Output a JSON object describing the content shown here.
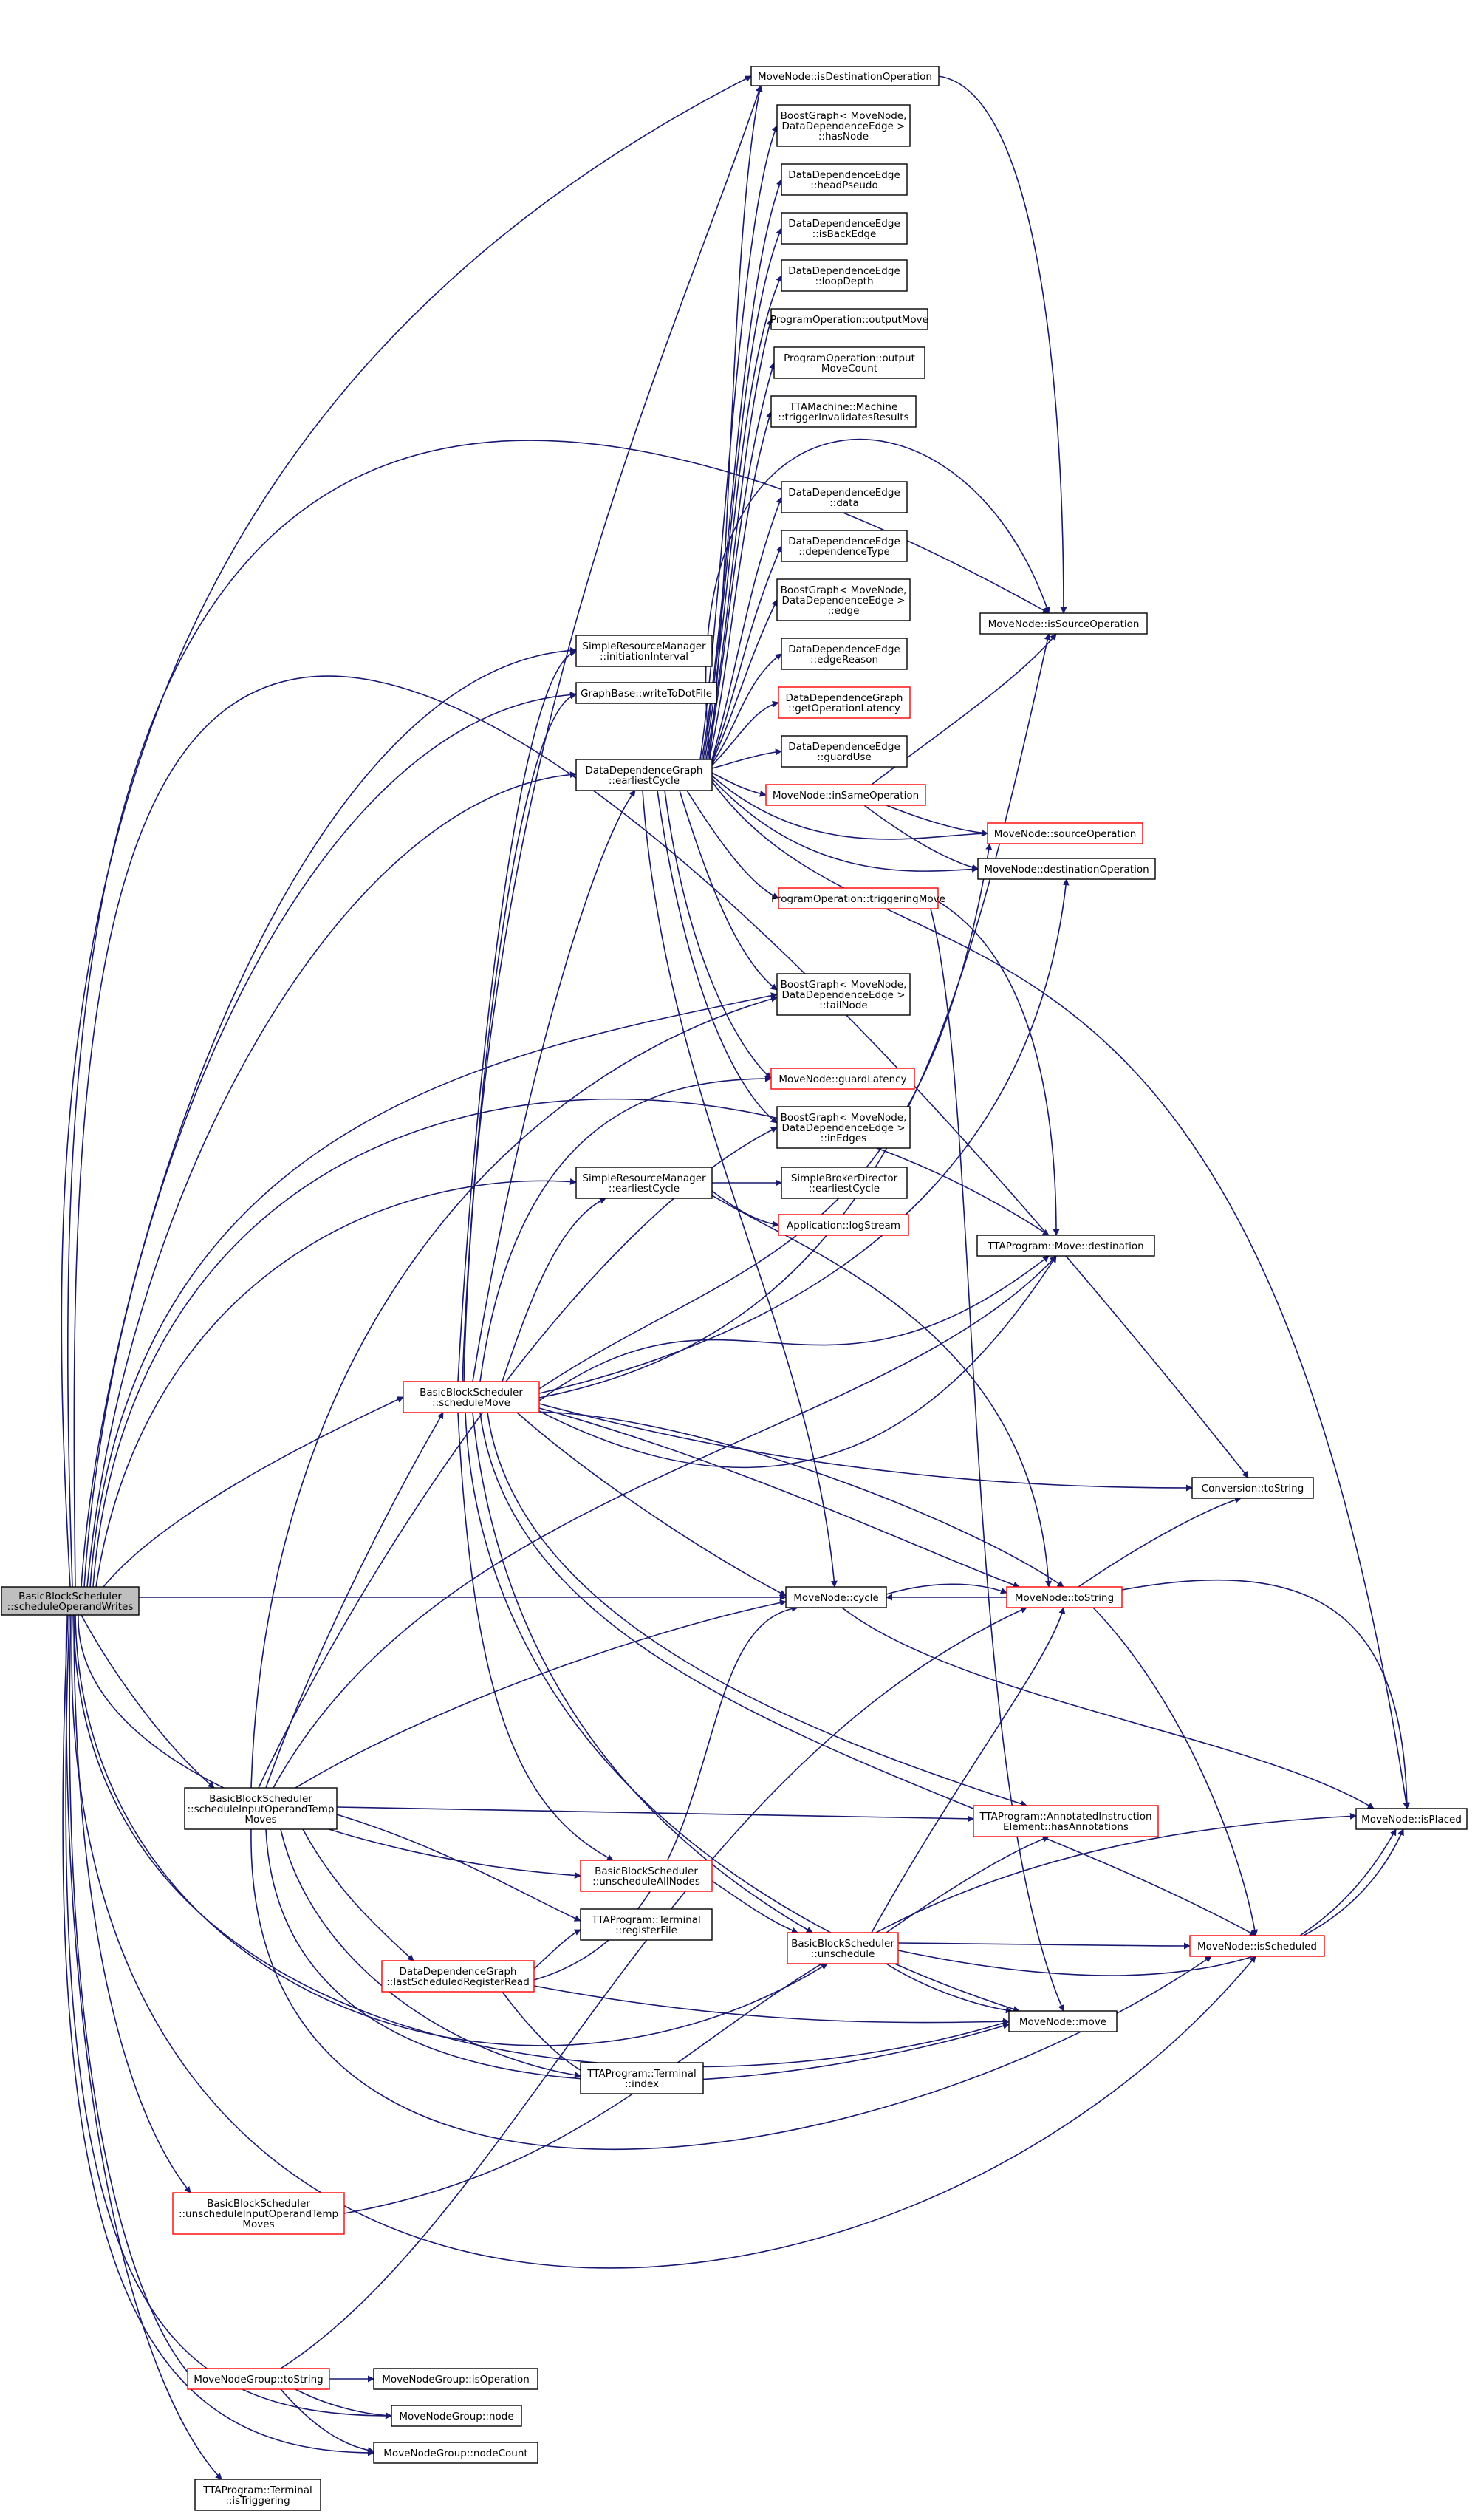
{
  "diagram": {
    "type": "call-graph",
    "colors": {
      "edge": "#191970",
      "normal_border": "#000000",
      "partial_border": "#ff0000",
      "root_fill": "#bfbfbf",
      "node_fill": "#ffffff",
      "text": "#000000"
    },
    "nodes": [
      {
        "id": "root",
        "lines": [
          "BasicBlockScheduler",
          "::scheduleOperandWrites"
        ],
        "style": "root"
      },
      {
        "id": "isDest",
        "lines": [
          "MoveNode::isDestinationOperation"
        ],
        "style": "normal"
      },
      {
        "id": "hasNode",
        "lines": [
          "BoostGraph< MoveNode,",
          "DataDependenceEdge >",
          "::hasNode"
        ],
        "style": "normal"
      },
      {
        "id": "headPseudo",
        "lines": [
          "DataDependenceEdge",
          "::headPseudo"
        ],
        "style": "normal"
      },
      {
        "id": "isBackEdge",
        "lines": [
          "DataDependenceEdge",
          "::isBackEdge"
        ],
        "style": "normal"
      },
      {
        "id": "loopDepth",
        "lines": [
          "DataDependenceEdge",
          "::loopDepth"
        ],
        "style": "normal"
      },
      {
        "id": "outputMove",
        "lines": [
          "ProgramOperation::outputMove"
        ],
        "style": "normal"
      },
      {
        "id": "outputMoveCount",
        "lines": [
          "ProgramOperation::output",
          "MoveCount"
        ],
        "style": "normal"
      },
      {
        "id": "triggerInv",
        "lines": [
          "TTAMachine::Machine",
          "::triggerInvalidatesResults"
        ],
        "style": "normal"
      },
      {
        "id": "ddeData",
        "lines": [
          "DataDependenceEdge",
          "::data"
        ],
        "style": "normal"
      },
      {
        "id": "depType",
        "lines": [
          "DataDependenceEdge",
          "::dependenceType"
        ],
        "style": "normal"
      },
      {
        "id": "bgEdge",
        "lines": [
          "BoostGraph< MoveNode,",
          "DataDependenceEdge >",
          "::edge"
        ],
        "style": "normal"
      },
      {
        "id": "edgeReason",
        "lines": [
          "DataDependenceEdge",
          "::edgeReason"
        ],
        "style": "normal"
      },
      {
        "id": "getOpLat",
        "lines": [
          "DataDependenceGraph",
          "::getOperationLatency"
        ],
        "style": "partial"
      },
      {
        "id": "guardUse",
        "lines": [
          "DataDependenceEdge",
          "::guardUse"
        ],
        "style": "normal"
      },
      {
        "id": "inSameOp",
        "lines": [
          "MoveNode::inSameOperation"
        ],
        "style": "partial"
      },
      {
        "id": "isSourceOp",
        "lines": [
          "MoveNode::isSourceOperation"
        ],
        "style": "normal"
      },
      {
        "id": "srmII",
        "lines": [
          "SimpleResourceManager",
          "::initiationInterval"
        ],
        "style": "normal"
      },
      {
        "id": "writeDot",
        "lines": [
          "GraphBase::writeToDotFile"
        ],
        "style": "normal"
      },
      {
        "id": "ddgEarliest",
        "lines": [
          "DataDependenceGraph",
          "::earliestCycle"
        ],
        "style": "normal"
      },
      {
        "id": "sourceOp",
        "lines": [
          "MoveNode::sourceOperation"
        ],
        "style": "partial"
      },
      {
        "id": "destOp",
        "lines": [
          "MoveNode::destinationOperation"
        ],
        "style": "normal"
      },
      {
        "id": "triggeringMove",
        "lines": [
          "ProgramOperation::triggeringMove"
        ],
        "style": "partial"
      },
      {
        "id": "tailNode",
        "lines": [
          "BoostGraph< MoveNode,",
          "DataDependenceEdge >",
          "::tailNode"
        ],
        "style": "normal"
      },
      {
        "id": "guardLatency",
        "lines": [
          "MoveNode::guardLatency"
        ],
        "style": "partial"
      },
      {
        "id": "inEdges",
        "lines": [
          "BoostGraph< MoveNode,",
          "DataDependenceEdge >",
          "::inEdges"
        ],
        "style": "normal"
      },
      {
        "id": "srmEarliest",
        "lines": [
          "SimpleResourceManager",
          "::earliestCycle"
        ],
        "style": "normal"
      },
      {
        "id": "sbdEarliest",
        "lines": [
          "SimpleBrokerDirector",
          "::earliestCycle"
        ],
        "style": "normal"
      },
      {
        "id": "logStream",
        "lines": [
          "Application::logStream"
        ],
        "style": "partial"
      },
      {
        "id": "moveDest",
        "lines": [
          "TTAProgram::Move::destination"
        ],
        "style": "normal"
      },
      {
        "id": "scheduleMove",
        "lines": [
          "BasicBlockScheduler",
          "::scheduleMove"
        ],
        "style": "partial"
      },
      {
        "id": "convToString",
        "lines": [
          "Conversion::toString"
        ],
        "style": "normal"
      },
      {
        "id": "cycle",
        "lines": [
          "MoveNode::cycle"
        ],
        "style": "normal"
      },
      {
        "id": "mnToString",
        "lines": [
          "MoveNode::toString"
        ],
        "style": "partial"
      },
      {
        "id": "isPlaced",
        "lines": [
          "MoveNode::isPlaced"
        ],
        "style": "normal"
      },
      {
        "id": "schedInput",
        "lines": [
          "BasicBlockScheduler",
          "::scheduleInputOperandTemp",
          "Moves"
        ],
        "style": "normal"
      },
      {
        "id": "hasAnnot",
        "lines": [
          "TTAProgram::AnnotatedInstruction",
          "Element::hasAnnotations"
        ],
        "style": "partial"
      },
      {
        "id": "unschedAll",
        "lines": [
          "BasicBlockScheduler",
          "::unscheduleAllNodes"
        ],
        "style": "partial"
      },
      {
        "id": "regFile",
        "lines": [
          "TTAProgram::Terminal",
          "::registerFile"
        ],
        "style": "normal"
      },
      {
        "id": "unschedule",
        "lines": [
          "BasicBlockScheduler",
          "::unschedule"
        ],
        "style": "partial"
      },
      {
        "id": "isScheduled",
        "lines": [
          "MoveNode::isScheduled"
        ],
        "style": "partial"
      },
      {
        "id": "lastSched",
        "lines": [
          "DataDependenceGraph",
          "::lastScheduledRegisterRead"
        ],
        "style": "partial"
      },
      {
        "id": "mnMove",
        "lines": [
          "MoveNode::move"
        ],
        "style": "normal"
      },
      {
        "id": "termIndex",
        "lines": [
          "TTAProgram::Terminal",
          "::index"
        ],
        "style": "normal"
      },
      {
        "id": "unschedInput",
        "lines": [
          "BasicBlockScheduler",
          "::unscheduleInputOperandTemp",
          "Moves"
        ],
        "style": "partial"
      },
      {
        "id": "mngToString",
        "lines": [
          "MoveNodeGroup::toString"
        ],
        "style": "partial"
      },
      {
        "id": "mngIsOp",
        "lines": [
          "MoveNodeGroup::isOperation"
        ],
        "style": "normal"
      },
      {
        "id": "mngNode",
        "lines": [
          "MoveNodeGroup::node"
        ],
        "style": "normal"
      },
      {
        "id": "mngNodeCount",
        "lines": [
          "MoveNodeGroup::nodeCount"
        ],
        "style": "normal"
      },
      {
        "id": "isTriggering",
        "lines": [
          "TTAProgram::Terminal",
          "::isTriggering"
        ],
        "style": "normal"
      }
    ]
  }
}
